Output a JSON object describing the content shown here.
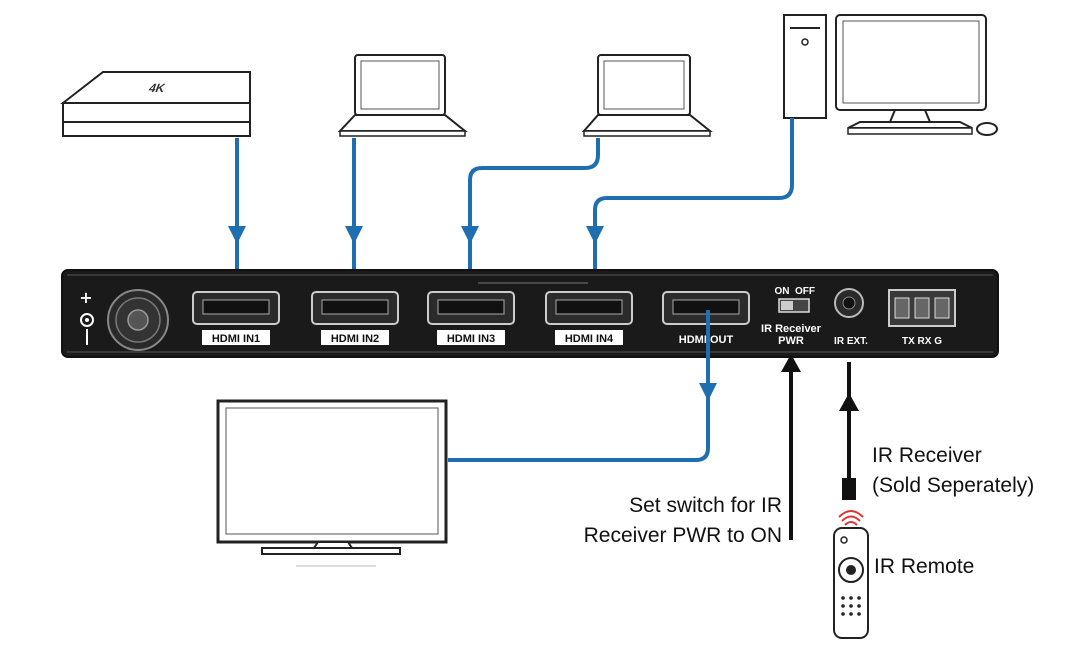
{
  "devices": {
    "box_label": "4K"
  },
  "ports": [
    {
      "label": "HDMI IN1"
    },
    {
      "label": "HDMI IN2"
    },
    {
      "label": "HDMI IN3"
    },
    {
      "label": "HDMI IN4"
    },
    {
      "label": "HDMI OUT"
    }
  ],
  "switch": {
    "on_label": "ON",
    "off_label": "OFF",
    "caption_line1": "IR Receiver",
    "caption_line2": "PWR"
  },
  "ir_ext_label": "IR EXT.",
  "rs232_label": "TX RX  G",
  "annotations": {
    "switch_note_line1": "Set switch for IR",
    "switch_note_line2": "Receiver PWR to ON",
    "receiver_line1": "IR Receiver",
    "receiver_line2": "(Sold Seperately)",
    "remote_label": "IR Remote"
  }
}
